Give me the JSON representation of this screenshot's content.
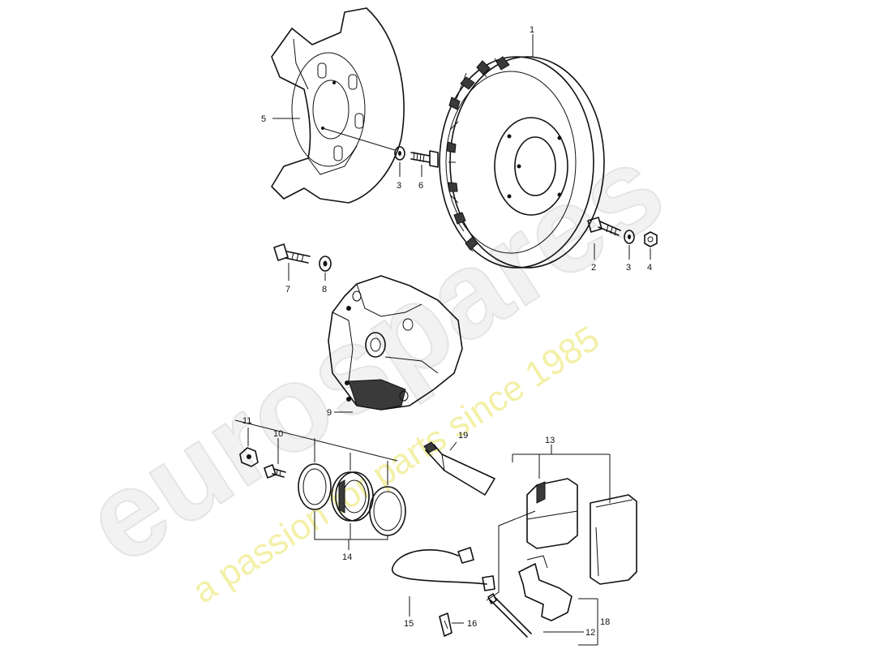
{
  "watermark": {
    "brand": "eurospares",
    "tagline": "a passion for parts since 1985"
  },
  "callouts": [
    {
      "id": "c1",
      "text": "1"
    },
    {
      "id": "c2",
      "text": "2"
    },
    {
      "id": "c3a",
      "text": "3"
    },
    {
      "id": "c3b",
      "text": "3"
    },
    {
      "id": "c4",
      "text": "4"
    },
    {
      "id": "c5",
      "text": "5"
    },
    {
      "id": "c6",
      "text": "6"
    },
    {
      "id": "c7",
      "text": "7"
    },
    {
      "id": "c8",
      "text": "8"
    },
    {
      "id": "c9",
      "text": "9"
    },
    {
      "id": "c10",
      "text": "10"
    },
    {
      "id": "c11",
      "text": "11"
    },
    {
      "id": "c12",
      "text": "12"
    },
    {
      "id": "c13",
      "text": "13"
    },
    {
      "id": "c14",
      "text": "14"
    },
    {
      "id": "c15",
      "text": "15"
    },
    {
      "id": "c16",
      "text": "16"
    },
    {
      "id": "c18",
      "text": "18"
    },
    {
      "id": "c19",
      "text": "19"
    }
  ]
}
